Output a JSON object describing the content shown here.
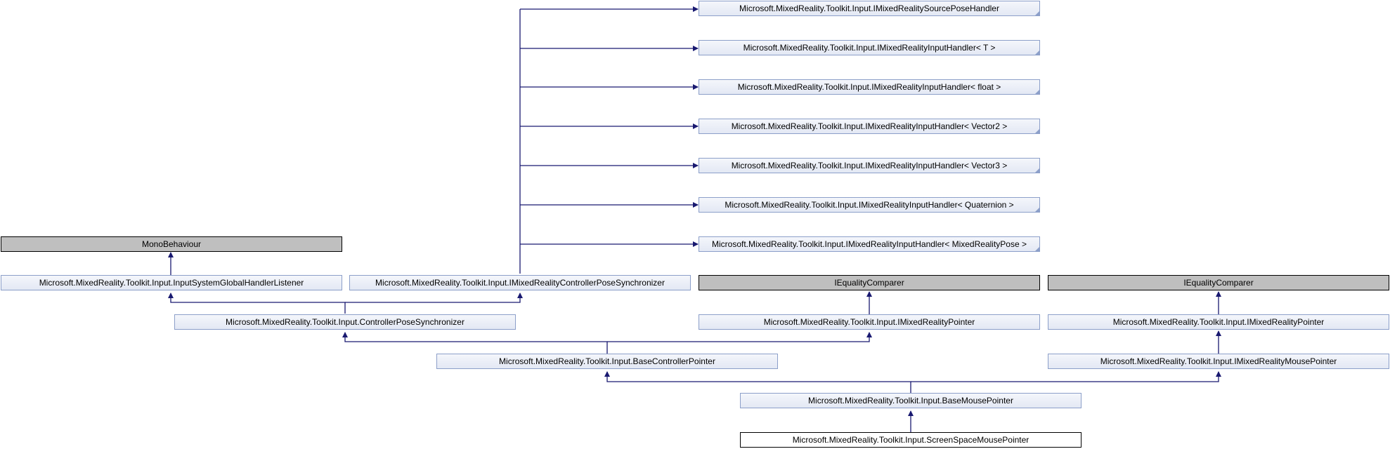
{
  "colors": {
    "edge": "#191970",
    "node_border": "#8c9fc9",
    "external_fill": "#bfbfbf"
  },
  "nodes": {
    "source_pose_handler": "Microsoft.MixedReality.Toolkit.Input.IMixedRealitySourcePoseHandler",
    "input_handler_t": "Microsoft.MixedReality.Toolkit.Input.IMixedRealityInputHandler< T >",
    "input_handler_float": "Microsoft.MixedReality.Toolkit.Input.IMixedRealityInputHandler< float >",
    "input_handler_vector2": "Microsoft.MixedReality.Toolkit.Input.IMixedRealityInputHandler< Vector2 >",
    "input_handler_vector3": "Microsoft.MixedReality.Toolkit.Input.IMixedRealityInputHandler< Vector3 >",
    "input_handler_quaternion": "Microsoft.MixedReality.Toolkit.Input.IMixedRealityInputHandler< Quaternion >",
    "input_handler_pose": "Microsoft.MixedReality.Toolkit.Input.IMixedRealityInputHandler< MixedRealityPose >",
    "mono_behaviour": "MonoBehaviour",
    "global_handler_listener": "Microsoft.MixedReality.Toolkit.Input.InputSystemGlobalHandlerListener",
    "controller_pose_sync_iface": "Microsoft.MixedReality.Toolkit.Input.IMixedRealityControllerPoseSynchronizer",
    "equality_comparer_1": "IEqualityComparer",
    "equality_comparer_2": "IEqualityComparer",
    "controller_pose_sync": "Microsoft.MixedReality.Toolkit.Input.ControllerPoseSynchronizer",
    "pointer_1": "Microsoft.MixedReality.Toolkit.Input.IMixedRealityPointer",
    "pointer_2": "Microsoft.MixedReality.Toolkit.Input.IMixedRealityPointer",
    "base_controller_pointer": "Microsoft.MixedReality.Toolkit.Input.BaseControllerPointer",
    "mouse_pointer_iface": "Microsoft.MixedReality.Toolkit.Input.IMixedRealityMousePointer",
    "base_mouse_pointer": "Microsoft.MixedReality.Toolkit.Input.BaseMousePointer",
    "screen_space_mouse_pointer": "Microsoft.MixedReality.Toolkit.Input.ScreenSpaceMousePointer"
  }
}
